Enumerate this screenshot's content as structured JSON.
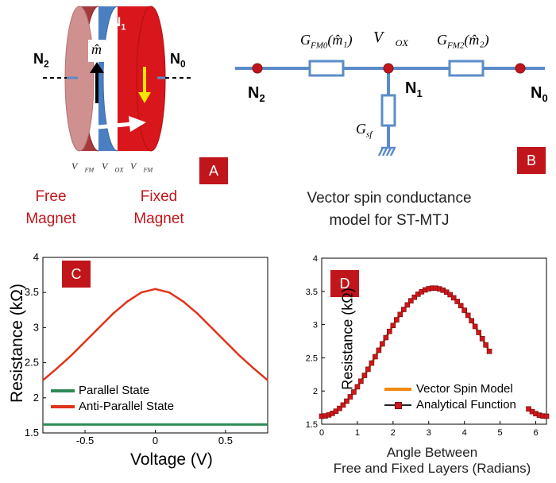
{
  "panel_a": {
    "badge": "A",
    "node_left": "N",
    "node_left_sub": "2",
    "node_right": "N",
    "node_right_sub": "0",
    "node_mid": "N",
    "node_mid_sub": "1",
    "m_hat": "m̂",
    "v_fm_left": "V⃗",
    "v_fm_left_sub": "FM",
    "v_ox": "V⃗",
    "v_ox_sub": "OX",
    "v_fm_right": "V⃗",
    "v_fm_right_sub": "FM",
    "free_line1": "Free",
    "free_line2": "Magnet",
    "fixed_line1": "Fixed",
    "fixed_line2": "Magnet",
    "colors": {
      "red_text": "#c0161b",
      "free_layer": "#c98a8a",
      "oxide": "#4a7fc1",
      "fixed_layer": "#d9161b",
      "arrow_yellow": "#f2e600"
    }
  },
  "panel_b": {
    "badge": "B",
    "g_fm0": "G",
    "g_fm0_sub": "FM0",
    "g_fm0_arg": "(m̂₁)",
    "v_ox": "V⃗",
    "v_ox_sub": "OX",
    "g_fm2": "G",
    "g_fm2_sub": "FM2",
    "g_fm2_arg": "(m̂₂)",
    "n2": "N",
    "n2_sub": "2",
    "n1": "N",
    "n1_sub": "1",
    "n0": "N",
    "n0_sub": "0",
    "g_sf": "G",
    "g_sf_sub": "sf",
    "caption_line1": "Vector spin conductance",
    "caption_line2": "model for ST-MTJ",
    "colors": {
      "wire": "#5b8cc8",
      "node": "#c0161b"
    }
  },
  "chart_data": [
    {
      "panel": "C",
      "badge": "C",
      "type": "line",
      "title": "",
      "xlabel": "Voltage (V)",
      "ylabel": "Resistance (kΩ)",
      "xlim": [
        -0.8,
        0.8
      ],
      "ylim": [
        1.5,
        4
      ],
      "xticks": [
        "-0.5",
        "0",
        "0.5"
      ],
      "yticks": [
        "1.5",
        "2",
        "2.5",
        "3",
        "3.5",
        "4"
      ],
      "legend": "bottom-left",
      "grid": false,
      "series": [
        {
          "name": "Parallel State",
          "color": "#2e8b57",
          "x": [
            -0.8,
            -0.4,
            0,
            0.4,
            0.8
          ],
          "y": [
            1.62,
            1.62,
            1.62,
            1.62,
            1.62
          ]
        },
        {
          "name": "Anti-Parallel State",
          "color": "#e0341a",
          "x": [
            -0.8,
            -0.7,
            -0.6,
            -0.5,
            -0.4,
            -0.3,
            -0.2,
            -0.1,
            0,
            0.1,
            0.2,
            0.3,
            0.4,
            0.5,
            0.6,
            0.7,
            0.8
          ],
          "y": [
            2.25,
            2.42,
            2.6,
            2.8,
            3.0,
            3.2,
            3.37,
            3.5,
            3.55,
            3.5,
            3.37,
            3.2,
            3.0,
            2.8,
            2.6,
            2.42,
            2.25
          ]
        }
      ]
    },
    {
      "panel": "D",
      "badge": "D",
      "type": "line",
      "title": "",
      "xlabel": "Angle Between",
      "xlabel_line2": "Free and Fixed Layers (Radians)",
      "ylabel": "Resistance (kΩ)",
      "xlim": [
        0,
        6.3
      ],
      "ylim": [
        1.5,
        4
      ],
      "xticks": [
        "0",
        "1",
        "2",
        "3",
        "4",
        "5",
        "6"
      ],
      "yticks": [
        "1.5",
        "2",
        "2.5",
        "3",
        "3.5",
        "4"
      ],
      "legend": "bottom-right",
      "grid": false,
      "series": [
        {
          "name": "Vector Spin Model",
          "color": "#f08a12"
        },
        {
          "name": "Analytical Function",
          "color": "#d0161b"
        }
      ],
      "analytical": {
        "Rp": 1.62,
        "Rap": 3.55,
        "x_gap": [
          4.72,
          5.74
        ],
        "points": 64
      }
    }
  ]
}
